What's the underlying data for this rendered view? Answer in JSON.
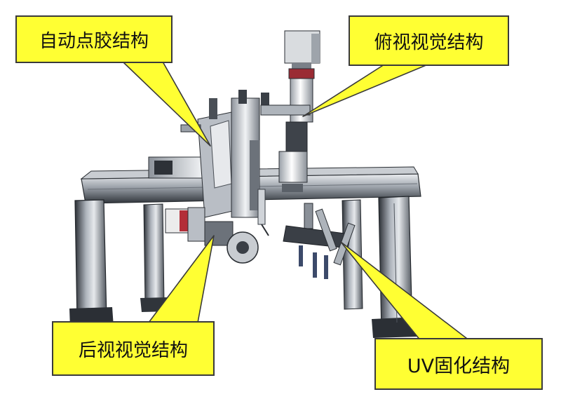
{
  "callouts": {
    "dispensing": "自动点胶结构",
    "top_vision": "俯视视觉结构",
    "rear_vision": "后视视觉结构",
    "uv_curing": "UV固化结构"
  },
  "colors": {
    "callout_fill": "#ffff33",
    "callout_border": "#3a3a3a",
    "frame_light": "#d6d9de",
    "frame_dark": "#3f444b",
    "frame_black": "#1f2227"
  }
}
